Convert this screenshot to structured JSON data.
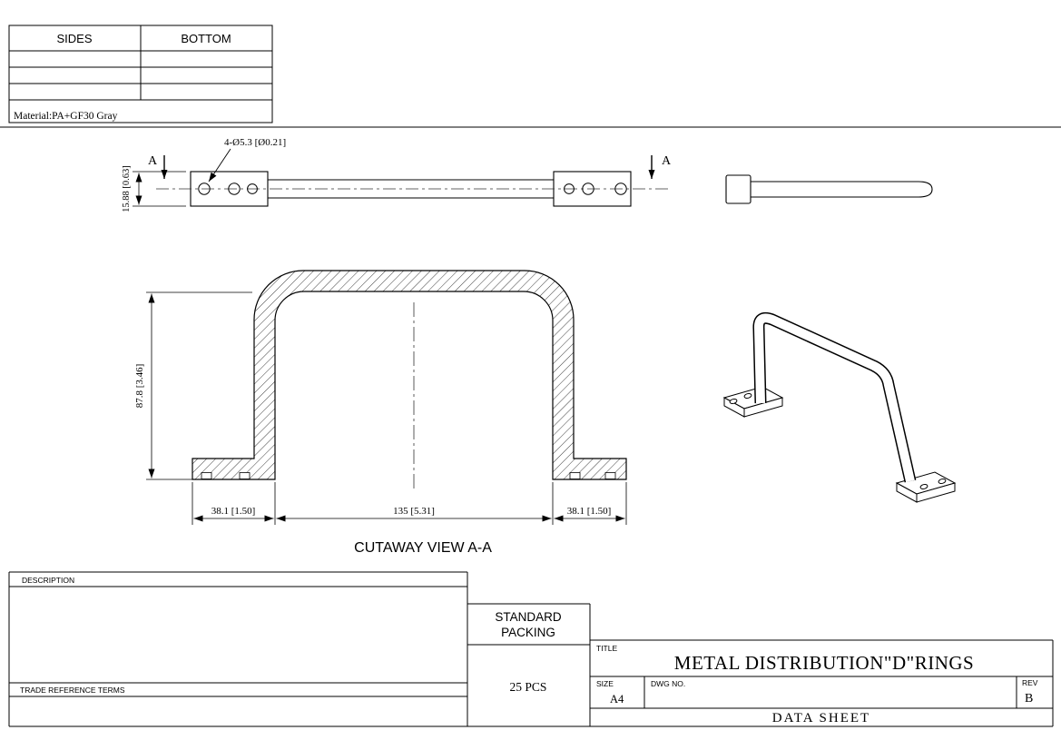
{
  "sheet": {
    "background_color": "#ffffff",
    "line_color": "#000000",
    "spec_table": {
      "col1_header": "SIDES",
      "col2_header": "BOTTOM",
      "material_note": "Material:PA+GF30  Gray"
    },
    "top_view": {
      "hole_callout": "4-Ø5.3 [Ø0.21]",
      "height_dim": "15.88 [0.63]",
      "section_label": "A"
    },
    "cutaway_view": {
      "caption": "CUTAWAY VIEW A-A",
      "height_dim": "87.8 [3.46]",
      "left_foot_dim": "38.1 [1.50]",
      "inner_span_dim": "135 [5.31]",
      "right_foot_dim": "38.1 [1.50]"
    },
    "title_block": {
      "description_label": "DESCRIPTION",
      "trade_reference_label": "TRADE REFERENCE TERMS",
      "standard_packing_line1": "STANDARD",
      "standard_packing_line2": "PACKING",
      "packing_quantity": "25 PCS",
      "title_label": "TITLE",
      "drawing_title": "METAL DISTRIBUTION\"D\"RINGS",
      "size_label": "SIZE",
      "size_value": "A4",
      "dwg_no_label": "DWG NO.",
      "rev_label": "REV",
      "rev_value": "B",
      "sheet_name": "DATA SHEET"
    }
  }
}
